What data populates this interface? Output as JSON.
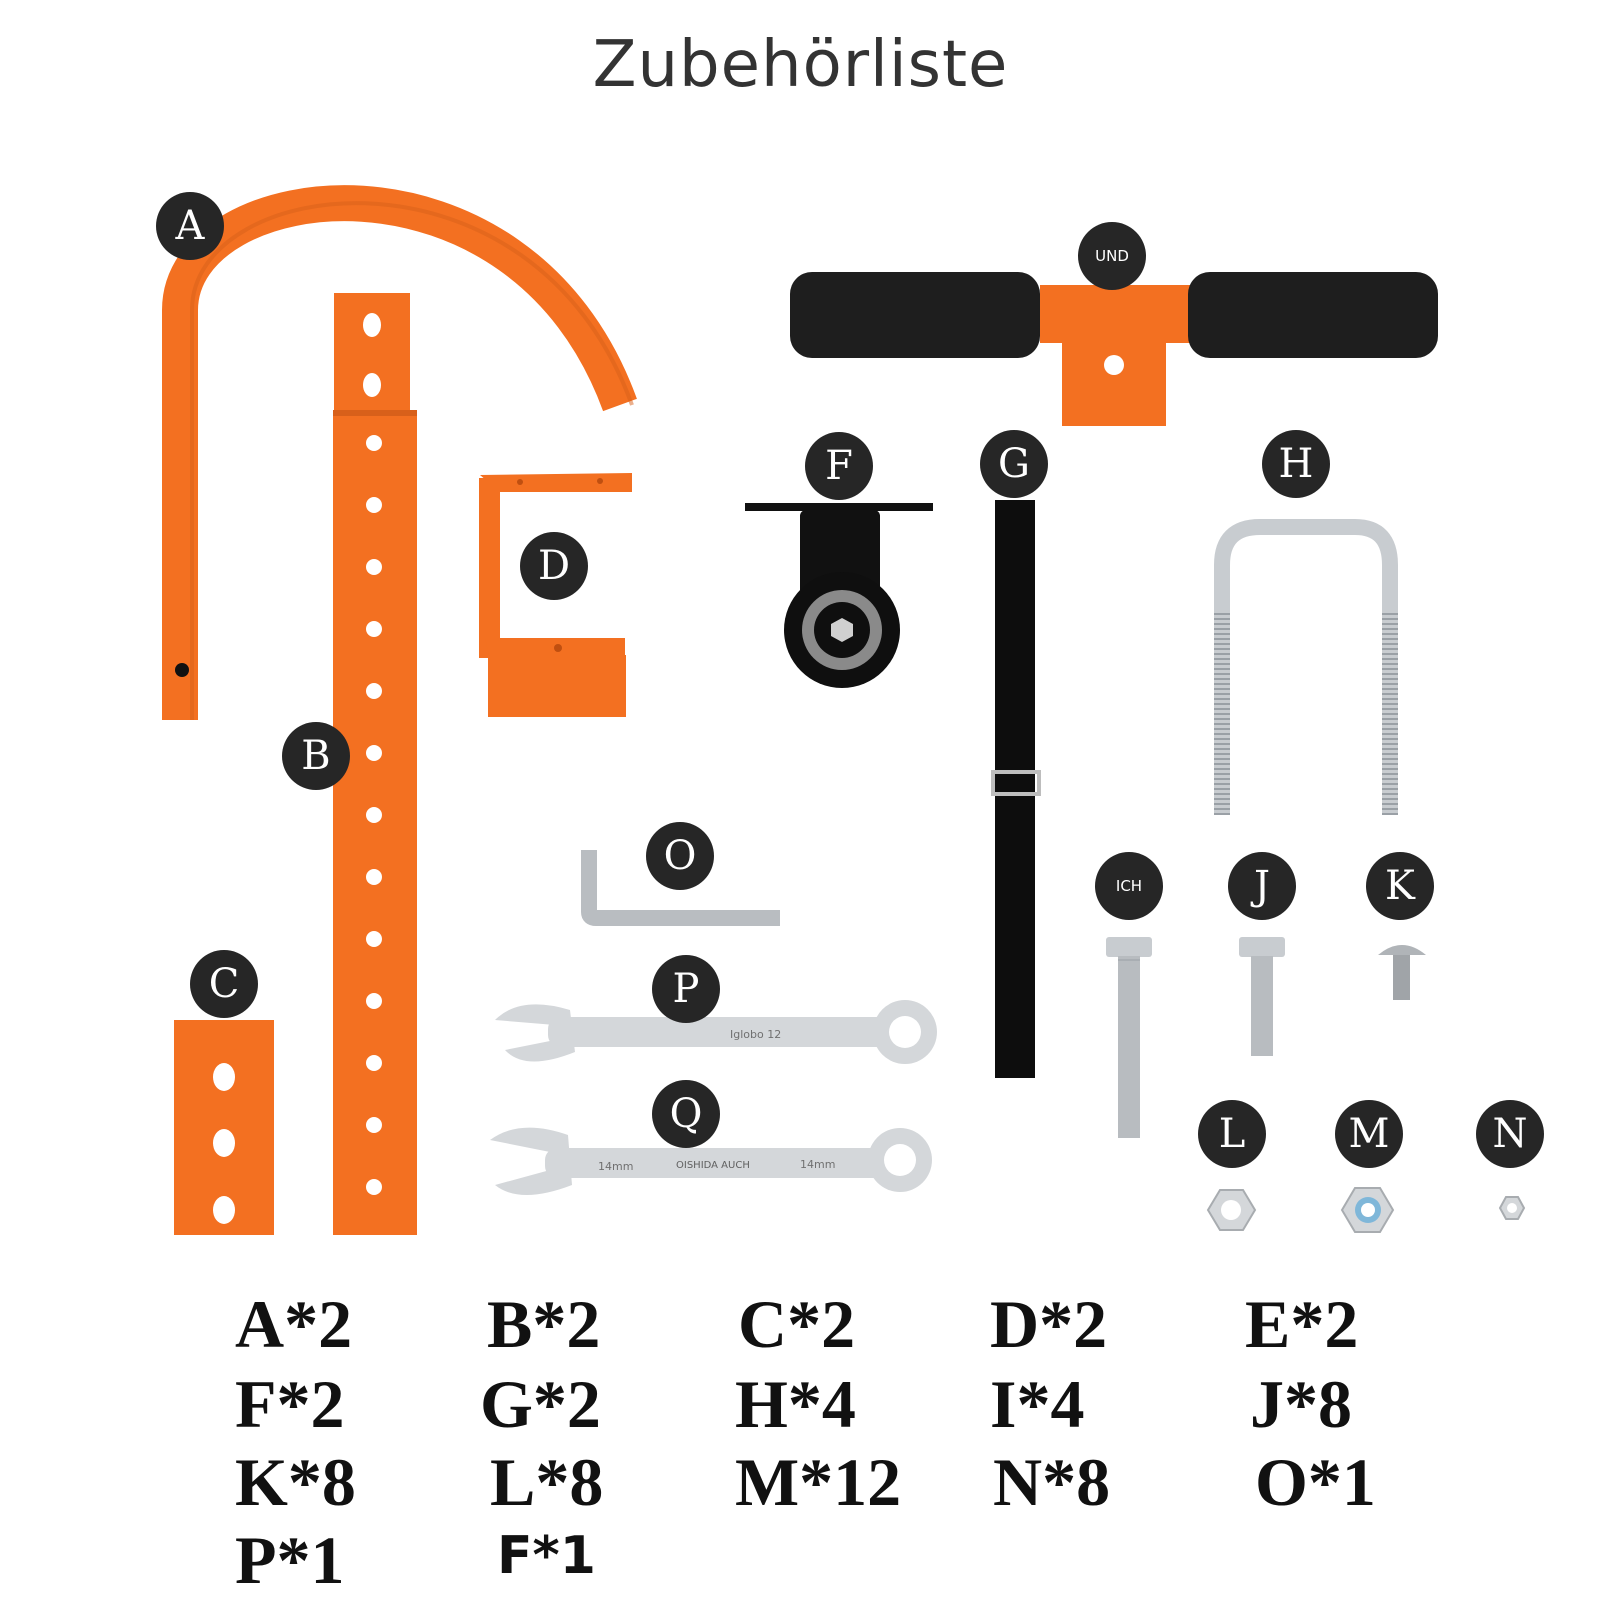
{
  "title": "Zubehörliste",
  "colors": {
    "accent": "#f37021",
    "badge": "#262626",
    "foam": "#1e1e1e",
    "steel": "#c8ccd0"
  },
  "labels": {
    "A": "A",
    "B": "B",
    "C": "C",
    "D": "D",
    "E": "UND",
    "F": "F",
    "G": "G",
    "H": "H",
    "I": "ICH",
    "J": "J",
    "K": "K",
    "L": "L",
    "M": "M",
    "N": "N",
    "O": "O",
    "P": "P",
    "Q": "Q"
  },
  "tool_text": {
    "p_brand": "Iglobo 12",
    "q_size_left": "14mm",
    "q_brand": "OISHIDA AUCH",
    "q_size_right": "14mm"
  },
  "quantities": [
    "A*2",
    "B*2",
    "C*2",
    "D*2",
    "E*2",
    "F*2",
    "G*2",
    "H*4",
    "I*4",
    "J*8",
    "K*8",
    "L*8",
    "M*12",
    "N*8",
    "O*1",
    "P*1",
    "F*1"
  ]
}
